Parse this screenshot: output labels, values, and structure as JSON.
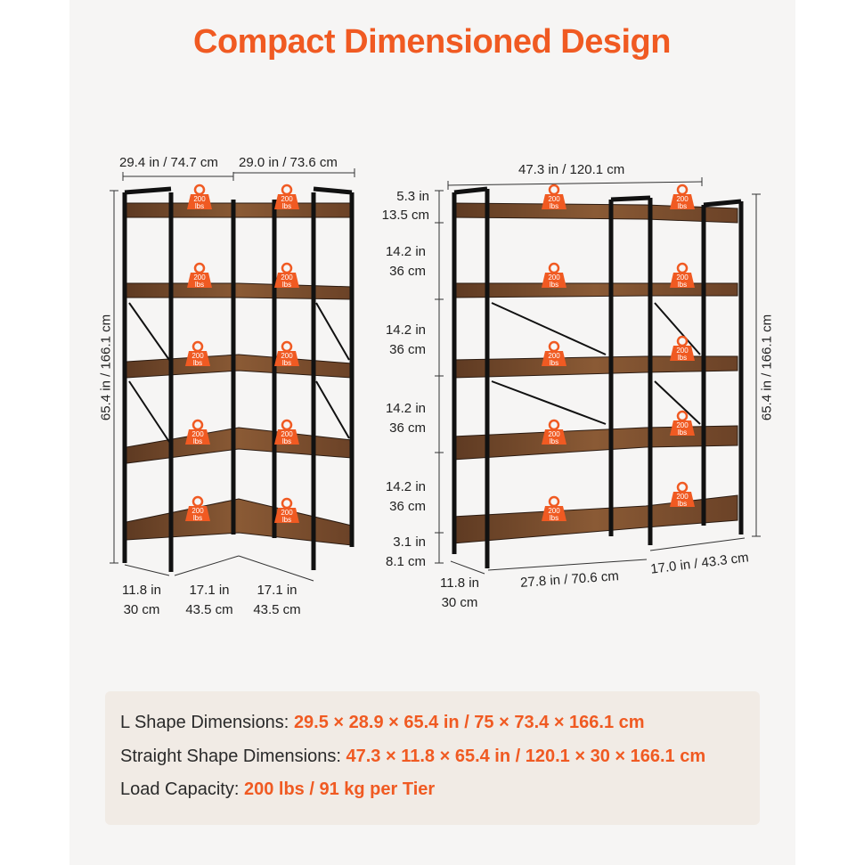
{
  "title": "Compact Dimensioned Design",
  "weight_tag": {
    "value": "200",
    "unit": "lbs"
  },
  "l_shape": {
    "top_left": "29.4 in / 74.7 cm",
    "top_right": "29.0 in / 73.6 cm",
    "height": "65.4 in / 166.1 cm",
    "depth_in": "11.8 in",
    "depth_cm": "30 cm",
    "bottom_a_in": "17.1 in",
    "bottom_a_cm": "43.5 cm",
    "bottom_b_in": "17.1 in",
    "bottom_b_cm": "43.5 cm"
  },
  "straight": {
    "width": "47.3 in / 120.1 cm",
    "height": "65.4 in / 166.1 cm",
    "gaps": [
      {
        "in": "5.3 in",
        "cm": "13.5 cm"
      },
      {
        "in": "14.2 in",
        "cm": "36 cm"
      },
      {
        "in": "14.2 in",
        "cm": "36 cm"
      },
      {
        "in": "14.2 in",
        "cm": "36 cm"
      },
      {
        "in": "14.2 in",
        "cm": "36 cm"
      },
      {
        "in": "3.1 in",
        "cm": "8.1 cm"
      }
    ],
    "depth_in": "11.8 in",
    "depth_cm": "30 cm",
    "bottom_main": "27.8 in / 70.6 cm",
    "bottom_side": "17.0 in / 43.3 cm"
  },
  "info": {
    "l_label": "L Shape Dimensions:",
    "l_value": "29.5 × 28.9 × 65.4 in / 75 × 73.4 × 166.1 cm",
    "s_label": "Straight Shape Dimensions:",
    "s_value": "47.3 × 11.8 × 65.4 in / 120.1 × 30 × 166.1 cm",
    "c_label": "Load Capacity:",
    "c_value": "200 lbs / 91 kg per Tier"
  },
  "colors": {
    "accent": "#f05a22",
    "wood": "#7a4a2c",
    "frame": "#111111"
  }
}
